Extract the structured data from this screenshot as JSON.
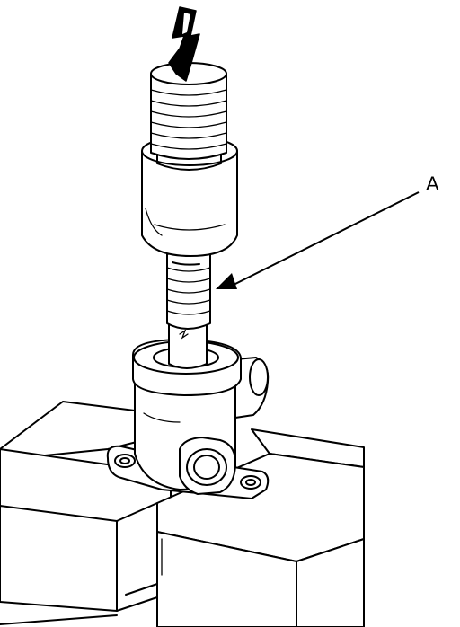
{
  "figure": {
    "callouts": [
      {
        "id": "A",
        "label": "A"
      }
    ],
    "press_direction": "down",
    "arrow_icon": "down-arrow-icon"
  }
}
